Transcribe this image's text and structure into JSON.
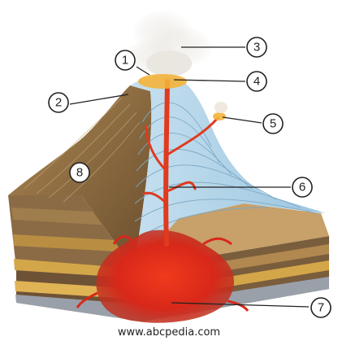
{
  "diagram": {
    "labels": [
      "1",
      "2",
      "3",
      "4",
      "5",
      "6",
      "7",
      "8"
    ],
    "footer": "www.abcpedia.com"
  },
  "colors": {
    "magma": "#e8321a",
    "cone_section": "#a9cfe6",
    "outer_slope": "#8a6a40",
    "ash_cloud": "#ece8e2",
    "soil_top": "#c79a4a"
  }
}
